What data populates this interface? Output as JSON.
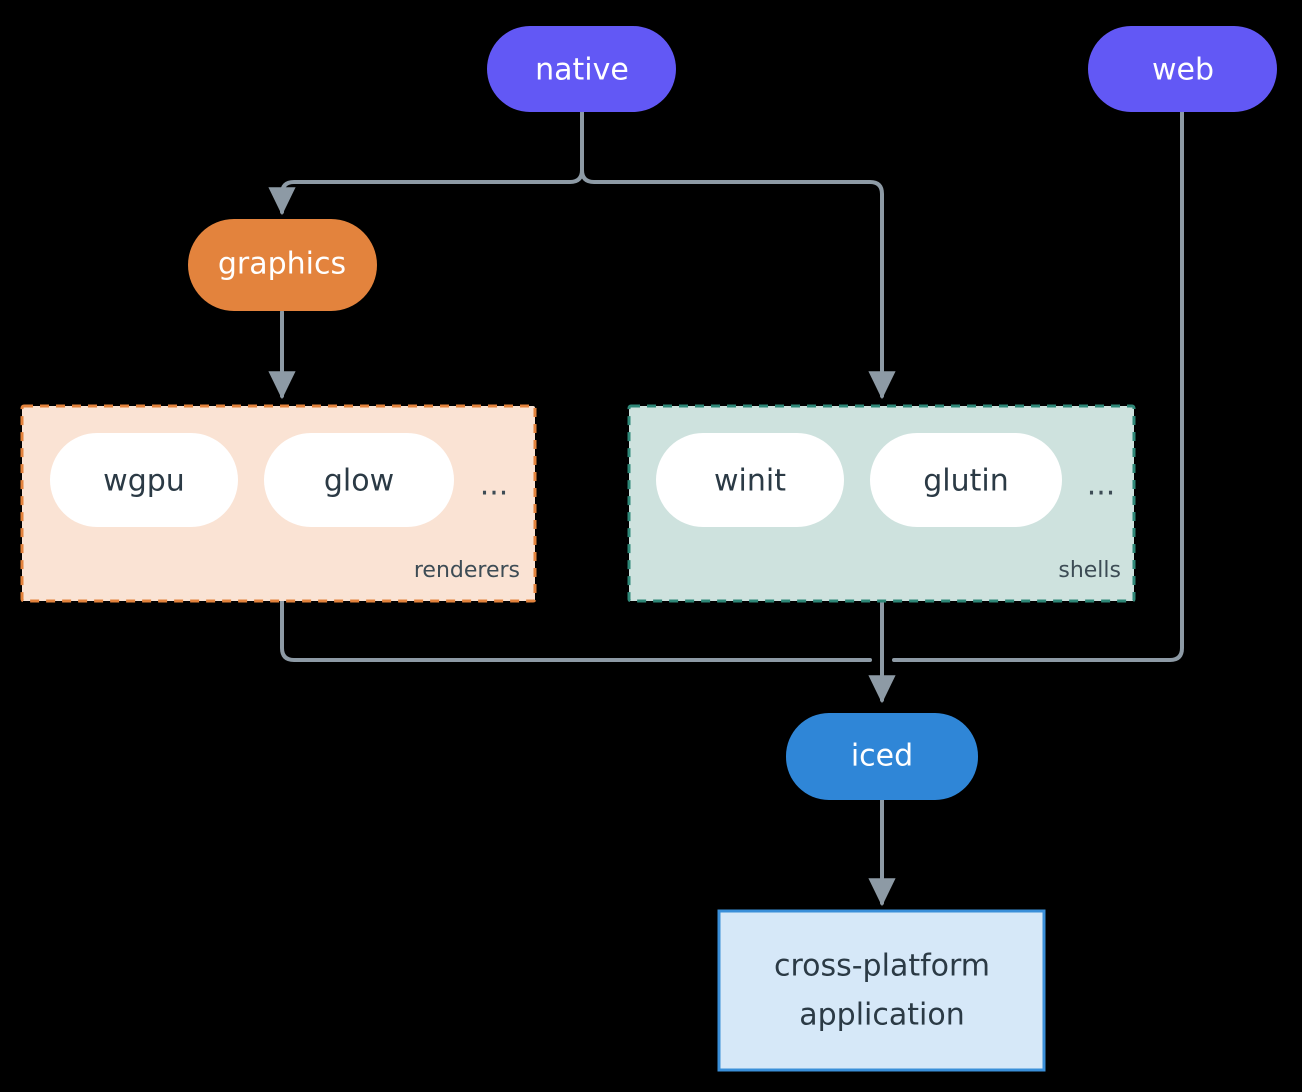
{
  "diagram": {
    "type": "architecture-flow",
    "background_color": "#000000",
    "edge_color": "#8d9aa5",
    "nodes": {
      "native": {
        "label": "native",
        "shape": "pill",
        "fill": "#6258f5",
        "text_color": "#ffffff"
      },
      "web": {
        "label": "web",
        "shape": "pill",
        "fill": "#6258f5",
        "text_color": "#ffffff"
      },
      "graphics": {
        "label": "graphics",
        "shape": "pill",
        "fill": "#e3833d",
        "text_color": "#ffffff"
      },
      "iced": {
        "label": "iced",
        "shape": "pill",
        "fill": "#2f86d7",
        "text_color": "#ffffff"
      },
      "application": {
        "label_line1": "cross-platform",
        "label_line2": "application",
        "shape": "rect",
        "fill": "#d6e8f8",
        "border_color": "#3a8fd9",
        "text_color": "#2b3a45"
      }
    },
    "groups": [
      {
        "id": "renderers",
        "caption": "renderers",
        "fill": "#fae3d4",
        "border_color": "#e3833d",
        "border_style": "dashed",
        "items": [
          "wgpu",
          "glow"
        ],
        "overflow_glyph": "..."
      },
      {
        "id": "shells",
        "caption": "shells",
        "fill": "#cee2de",
        "border_color": "#2f8878",
        "border_style": "dashed",
        "items": [
          "winit",
          "glutin"
        ],
        "overflow_glyph": "..."
      }
    ],
    "edges": [
      {
        "from": "native",
        "to": "graphics"
      },
      {
        "from": "native",
        "to": "shells"
      },
      {
        "from": "graphics",
        "to": "renderers"
      },
      {
        "from": "renderers",
        "to": "iced"
      },
      {
        "from": "shells",
        "to": "iced"
      },
      {
        "from": "web",
        "to": "iced"
      },
      {
        "from": "iced",
        "to": "application"
      }
    ]
  }
}
